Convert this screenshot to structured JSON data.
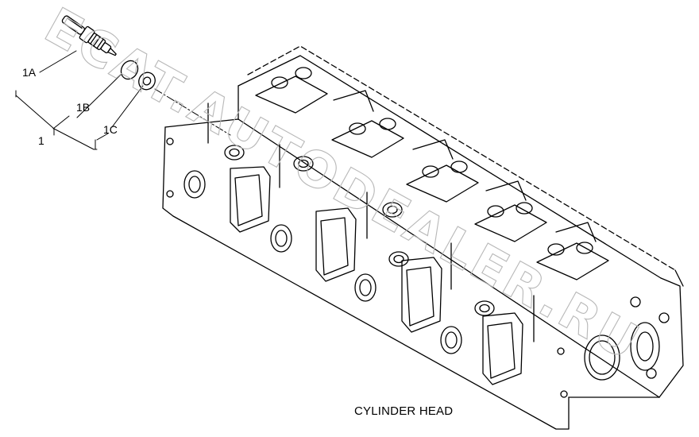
{
  "callouts": {
    "c1": "1",
    "c1a": "1A",
    "c1b": "1B",
    "c1c": "1C"
  },
  "caption": "CYLINDER HEAD",
  "watermark": "ECAT.AUTODEALER.RU"
}
